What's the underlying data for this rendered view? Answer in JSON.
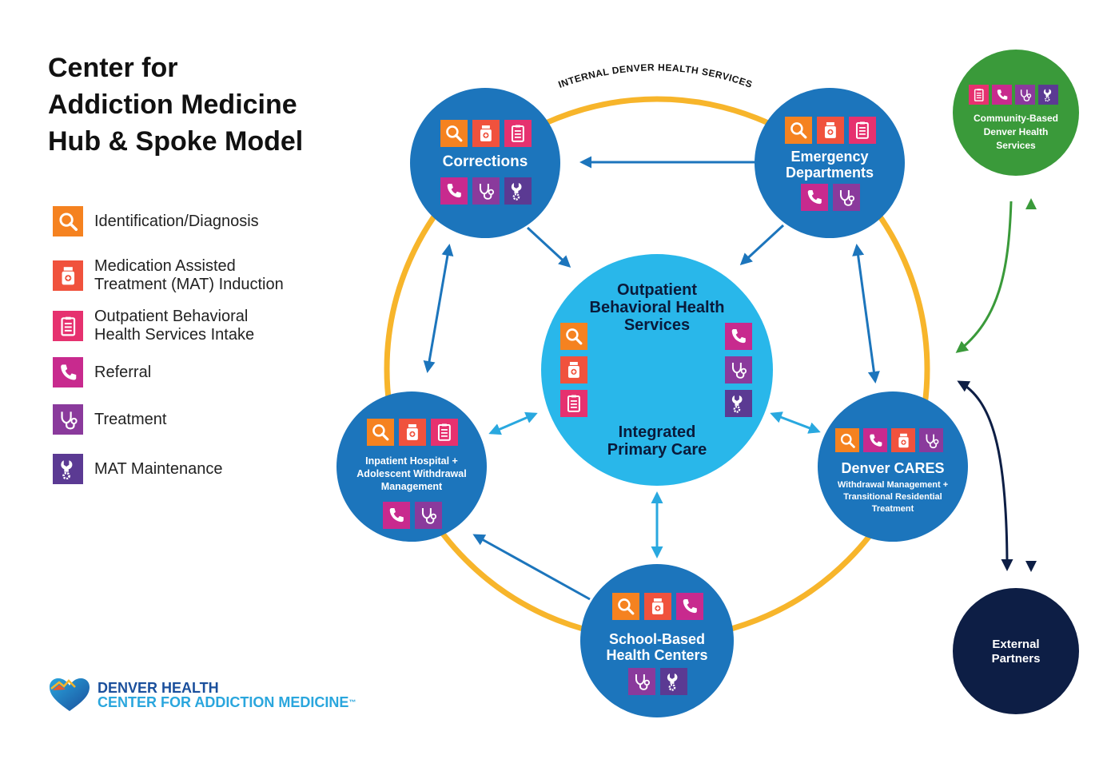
{
  "title": {
    "line1": "Center for",
    "line2": "Addiction Medicine",
    "line3": "Hub & Spoke Model"
  },
  "legend": [
    {
      "icon": "magnifier-icon",
      "color": "#f58220",
      "line1": "Identification/Diagnosis",
      "line2": ""
    },
    {
      "icon": "medication-bottle-icon",
      "color": "#f0523d",
      "line1": "Medication Assisted",
      "line2": "Treatment (MAT) Induction"
    },
    {
      "icon": "clipboard-icon",
      "color": "#e6316f",
      "line1": "Outpatient Behavioral",
      "line2": "Health Services Intake"
    },
    {
      "icon": "phone-icon",
      "color": "#c82a8e",
      "line1": "Referral",
      "line2": ""
    },
    {
      "icon": "stethoscope-icon",
      "color": "#8a3a9c",
      "line1": "Treatment",
      "line2": ""
    },
    {
      "icon": "wrench-gear-icon",
      "color": "#5b3a93",
      "line1": "MAT Maintenance",
      "line2": ""
    }
  ],
  "ring_label": "INTERNAL DENVER HEALTH SERVICES",
  "hub": {
    "line1": "Outpatient",
    "line2": "Behavioral Health",
    "line3": "Services",
    "line4": "Integrated",
    "line5": "Primary Care"
  },
  "corrections": {
    "label": "Corrections"
  },
  "emergency": {
    "line1": "Emergency",
    "line2": "Departments"
  },
  "inpatient": {
    "line1": "Inpatient Hospital +",
    "line2": "Adolescent Withdrawal",
    "line3": "Management"
  },
  "cares": {
    "title": "Denver CARES",
    "line1": "Withdrawal Management +",
    "line2": "Transitional Residential",
    "line3": "Treatment"
  },
  "school": {
    "line1": "School-Based",
    "line2": "Health Centers"
  },
  "community": {
    "line1": "Community-Based",
    "line2": "Denver Health",
    "line3": "Services"
  },
  "external": {
    "line1": "External",
    "line2": "Partners"
  },
  "logo": {
    "line1": "DENVER HEALTH",
    "line2": "CENTER FOR ADDICTION MEDICINE",
    "mark": "™"
  },
  "colors": {
    "ring": "#f7b52b",
    "spoke": "#1c75bc",
    "hub": "#29b7ea",
    "community": "#3a9a3a",
    "external": "#0d1e45"
  }
}
